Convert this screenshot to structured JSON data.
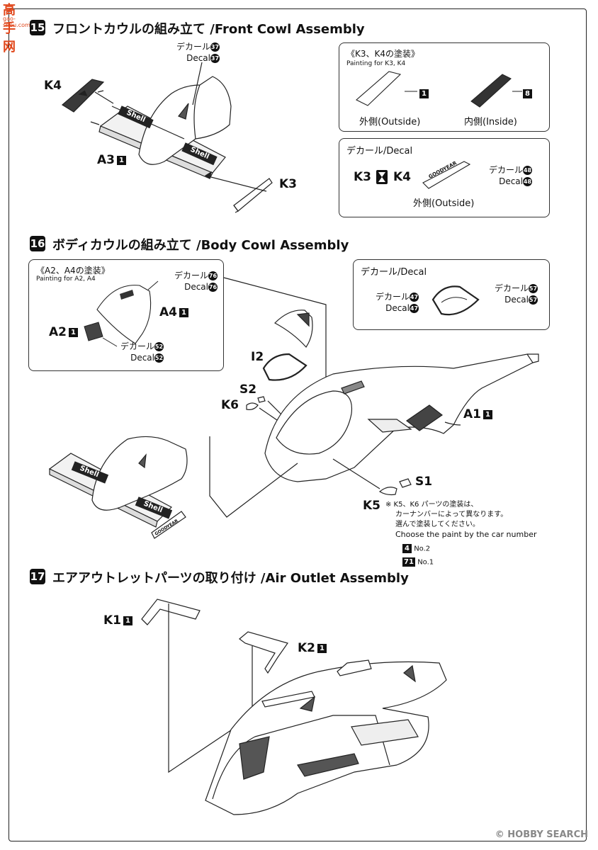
{
  "watermark": {
    "top_logo": "高手网",
    "top_url": "gao-shou.com",
    "bottom": "© HOBBY SEARCH"
  },
  "step15": {
    "number": "15",
    "title": "フロントカウルの組み立て /Front Cowl Assembly",
    "decal_jp": "デカール",
    "decal_en": "Decal",
    "decal_no": "37",
    "labels": {
      "k4": "K4",
      "a3": "A3",
      "a3_color": "1",
      "k3": "K3"
    },
    "wing_text": "Shell",
    "painting_box": {
      "title": "《K3、K4の塗装》",
      "subtitle": "Painting for K3, K4",
      "outside_color": "1",
      "inside_color": "8",
      "outside_label": "外側(Outside)",
      "inside_label": "内側(Inside)"
    },
    "decal_box": {
      "title": "デカール/Decal",
      "k3": "K3",
      "k4": "K4",
      "decal_jp": "デカール",
      "decal_en": "Decal",
      "decal_no": "48",
      "plate_text": "GOODYEAR",
      "outside_label": "外側(Outside)"
    }
  },
  "step16": {
    "number": "16",
    "title": "ボディカウルの組み立て /Body Cowl Assembly",
    "painting_box": {
      "title": "《A2、A4の塗装》",
      "subtitle": "Painting for A2, A4",
      "decal_jp": "デカール",
      "decal_en": "Decal",
      "decal_top_no": "76",
      "decal_bottom_no": "52",
      "a4": "A4",
      "a4_color": "1",
      "a2": "A2",
      "a2_color": "1"
    },
    "decal_box": {
      "title": "デカール/Decal",
      "decal_jp": "デカール",
      "decal_en": "Decal",
      "left_no": "47",
      "right_no": "57"
    },
    "labels": {
      "i2": "I2",
      "s2": "S2",
      "k6": "K6",
      "a1": "A1",
      "a1_color": "1",
      "s1": "S1",
      "k5": "K5"
    },
    "wing_text": "Shell",
    "plate_text": "GOODYEAR",
    "note": {
      "jp1": "※ K5、K6 パーツの塗装は、",
      "jp2": "カーナンバーによって異なります。",
      "jp3": "選んで塗装してください。",
      "en": "Choose the paint by the car number",
      "opt1_color": "4",
      "opt1_label": "No.2",
      "opt2_color": "71",
      "opt2_label": "No.1"
    }
  },
  "step17": {
    "number": "17",
    "title": "エアアウトレットパーツの取り付け /Air Outlet Assembly",
    "labels": {
      "k1": "K1",
      "k1_color": "1",
      "k2": "K2",
      "k2_color": "1"
    }
  }
}
